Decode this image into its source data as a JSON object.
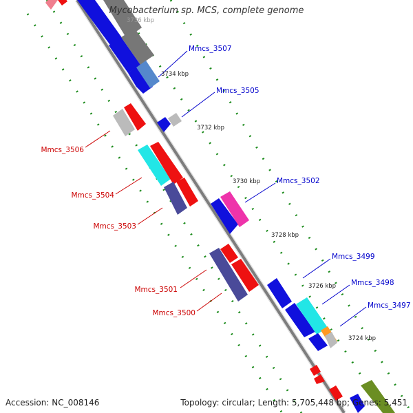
{
  "title": "Mycobacterium sp. MCS, complete genome",
  "footer": {
    "accession_label": "Accession:",
    "accession": "NC_008146",
    "topology_text": "Topology: circular; Length: 5,705,448 bp; Genes: 5,451"
  },
  "ticks": [
    {
      "label": "3736 kbp"
    },
    {
      "label": "3734 kbp"
    },
    {
      "label": "3732 kbp"
    },
    {
      "label": "3730 kbp"
    },
    {
      "label": "3728 kbp"
    },
    {
      "label": "3726 kbp"
    },
    {
      "label": "3724 kbp"
    }
  ],
  "gene_labels": [
    {
      "id": "Mmcs_3507",
      "strand": "forward",
      "color": "#0000cc"
    },
    {
      "id": "Mmcs_3505",
      "strand": "forward",
      "color": "#0000cc"
    },
    {
      "id": "Mmcs_3506",
      "strand": "reverse",
      "color": "#cc0000"
    },
    {
      "id": "Mmcs_3502",
      "strand": "forward",
      "color": "#0000cc"
    },
    {
      "id": "Mmcs_3504",
      "strand": "reverse",
      "color": "#cc0000"
    },
    {
      "id": "Mmcs_3503",
      "strand": "reverse",
      "color": "#cc0000"
    },
    {
      "id": "Mmcs_3499",
      "strand": "forward",
      "color": "#0000cc"
    },
    {
      "id": "Mmcs_3498",
      "strand": "forward",
      "color": "#0000cc"
    },
    {
      "id": "Mmcs_3497",
      "strand": "forward",
      "color": "#0000cc"
    },
    {
      "id": "Mmcs_3501",
      "strand": "reverse",
      "color": "#cc0000"
    },
    {
      "id": "Mmcs_3500",
      "strand": "reverse",
      "color": "#cc0000"
    }
  ],
  "colors": {
    "forward_gene": "#1010dd",
    "reverse_gene": "#ee1111",
    "backbone": "#8a8a8a",
    "ruler_dots": "#1a8a1a",
    "cog_cyan": "#22e6e6",
    "cog_magenta": "#ee33aa",
    "cog_slate": "#4a4a99",
    "cog_grey": "#bbbbbb",
    "cog_steel": "#5588cc",
    "cog_orange": "#ff9922",
    "cog_olive": "#6b8e23"
  }
}
